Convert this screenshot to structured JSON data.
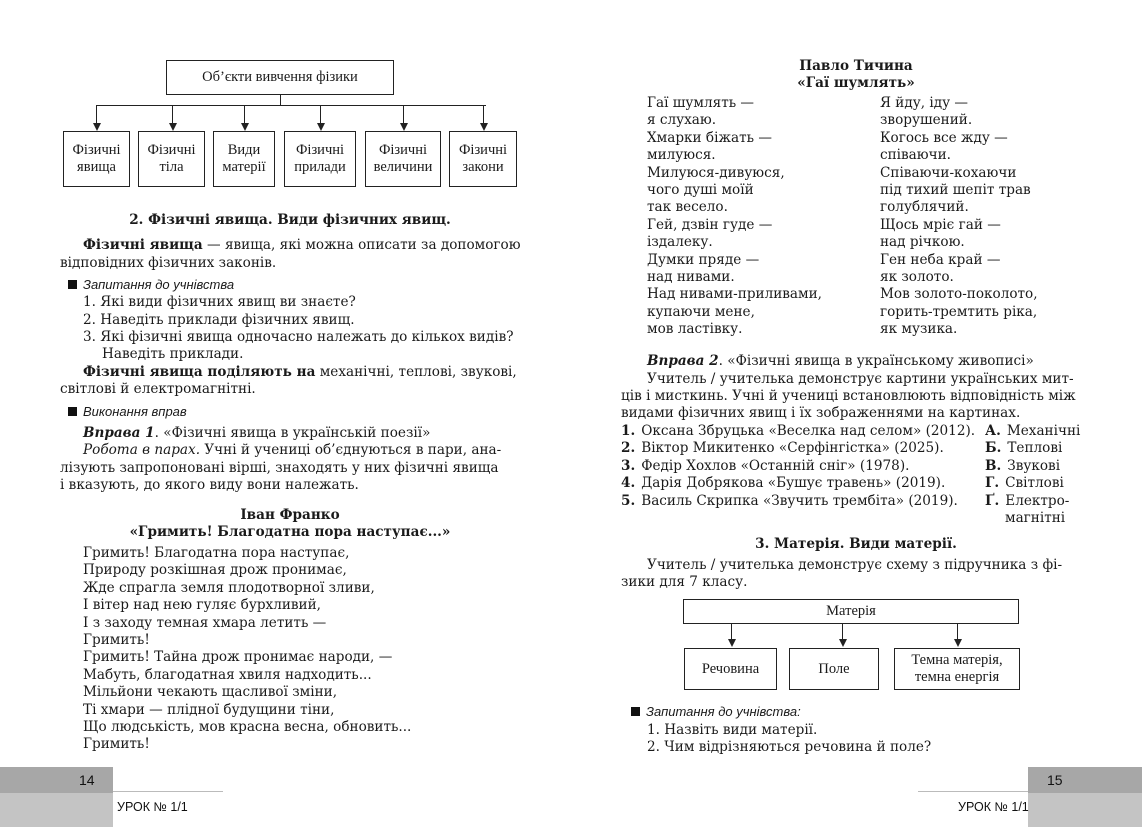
{
  "left": {
    "diagram1": {
      "top": "Об’єкти вивчення фізики",
      "boxes": [
        [
          "Фізичні",
          "явища"
        ],
        [
          "Фізичні",
          "тіла"
        ],
        [
          "Види",
          "матерії"
        ],
        [
          "Фізичні",
          "прилади"
        ],
        [
          "Фізичні",
          "величини"
        ],
        [
          "Фізичні",
          "закони"
        ]
      ]
    },
    "heading2": "2. Фізичні явища. Види фізичних явищ.",
    "def_bold": "Фізичні явища",
    "def_rest1": " — явища, які можна описати за допомогою",
    "def_rest2": "відповідних фізичних законів.",
    "questions_label": "Запитання до учнівства",
    "questions": [
      "1. Які види фізичних явищ ви знаєте?",
      "2. Наведіть приклади фізичних явищ.",
      "3. Які фізичні явища одночасно належать до кількох видів?",
      "Наведіть приклади."
    ],
    "divided_bold1": "Фізичні явища поділяють на",
    "divided_rest1": " механічні, теплові, звукові,",
    "divided_line2": "світлові й електромагнітні.",
    "exercises_label": "Виконання вправ",
    "ex1_title": "Вправа 1",
    "ex1_rest": ". «Фізичні явища в українській поезії»",
    "pairs_italic": "Робота в парах.",
    "pairs_rest1": " Учні й учениці об’єднуються в пари, ана-",
    "pairs_line2": "лізують запропоновані вірші, знаходять у них фізичні явища",
    "pairs_line3": "і вказують, до якого виду вони належать.",
    "poem1_author": "Іван Франко",
    "poem1_title": "«Гримить! Благодатна пора наступає...»",
    "poem1_lines": [
      "Гримить! Благодатна пора наступає,",
      "Природу розкішная дрож пронимає,",
      "Жде спрагла земля плодотворної зливи,",
      "І вітер над нею гуляє бурхливий,",
      "І з заходу темная хмара летить —",
      "Гримить!",
      "Гримить! Тайна дрож пронимає народи, —",
      "Мабуть, благодатная хвиля надходить...",
      "Мільйони чекають щасливої зміни,",
      "Ті хмари — плідної будущини тіни,",
      "Що людськість, мов красна весна, обновить...",
      "Гримить!"
    ],
    "page_number": "14",
    "lesson": "УРОК № 1/1"
  },
  "right": {
    "poem2_author": "Павло Тичина",
    "poem2_title": "«Гаї шумлять»",
    "poem2_col1": [
      "Гаї шумлять —",
      "я слухаю.",
      "Хмарки біжать —",
      "милуюся.",
      "Милуюся-дивуюся,",
      "чого душі моїй",
      "так весело.",
      "Гей, дзвін гуде —",
      "іздалеку.",
      "Думки пряде —",
      "над нивами.",
      "Над нивами-приливами,",
      "купаючи мене,",
      "мов ластівку."
    ],
    "poem2_col2": [
      "Я йду, іду —",
      "зворушений.",
      "Когось все жду —",
      "співаючи.",
      "Співаючи-кохаючи",
      "під тихий шепіт трав",
      "голублячий.",
      "Щось мріє гай —",
      "над річкою.",
      "Ген неба край —",
      "як золото.",
      "Мов золото-поколото,",
      "горить-тремтить ріка,",
      "як музика."
    ],
    "ex2_title": "Вправа 2",
    "ex2_rest": ". «Фізичні явища в українському живописі»",
    "ex2_line1": "Учитель / учителька демонструє картини українських мит-",
    "ex2_line2": "ців і мисткинь. Учні й учениці встановлюють відповідність між",
    "ex2_line3": "видами фізичних явищ і їх зображеннями на картинах.",
    "paintings": [
      {
        "num": "1.",
        "text": "Оксана Збруцька «Веселка над селом» (2012)."
      },
      {
        "num": "2.",
        "text": "Віктор Микитенко «Серфінгістка» (2025)."
      },
      {
        "num": "3.",
        "text": "Федір Хохлов «Останній сніг» (1978)."
      },
      {
        "num": "4.",
        "text": "Дарія Добрякова «Бушує травень» (2019)."
      },
      {
        "num": "5.",
        "text": "Василь Скрипка «Звучить трембіта» (2019)."
      }
    ],
    "categories": [
      {
        "letter": "А.",
        "text": "Механічні"
      },
      {
        "letter": "Б.",
        "text": "Теплові"
      },
      {
        "letter": "В.",
        "text": "Звукові"
      },
      {
        "letter": "Г.",
        "text": "Світлові"
      },
      {
        "letter": "Ґ.",
        "text": "Електро-"
      }
    ],
    "category_cont": "магнітні",
    "heading3": "3. Матерія. Види матерії.",
    "schema_line1": "Учитель / учителька демонструє схему з підручника з фі-",
    "schema_line2": "зики для 7 класу.",
    "diagram2": {
      "top": "Матерія",
      "boxes": [
        [
          "Речовина"
        ],
        [
          "Поле"
        ],
        [
          "Темна матерія,",
          "темна енергія"
        ]
      ]
    },
    "questions_label": "Запитання до учнівства:",
    "questions": [
      "1. Назвіть види матерії.",
      "2. Чим відрізняються речовина й поле?"
    ],
    "page_number": "15",
    "lesson": "УРОК № 1/1"
  }
}
